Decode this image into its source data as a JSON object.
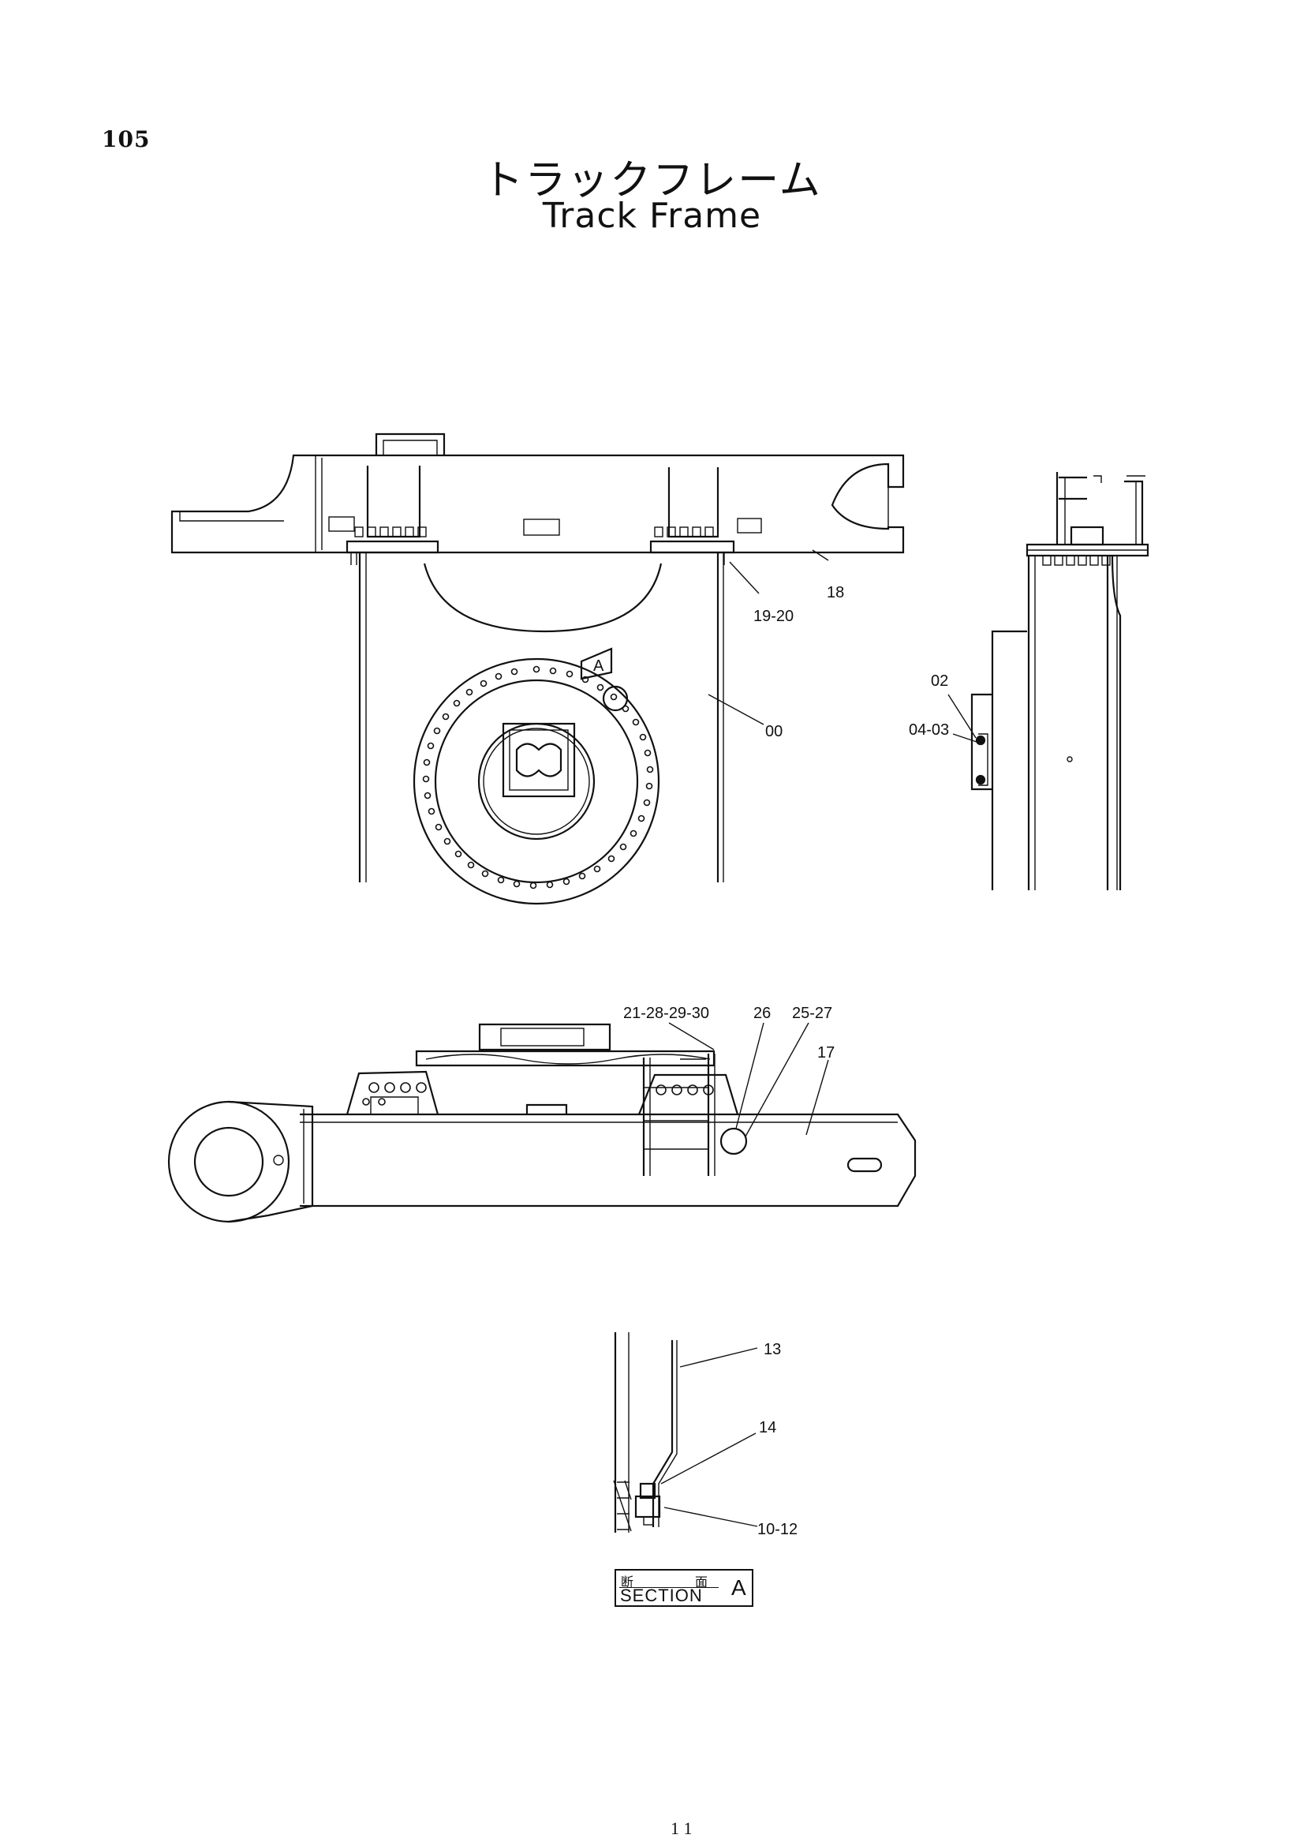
{
  "page": {
    "number": "105",
    "title_jp": "トラックフレーム",
    "title_en": "Track Frame",
    "footer_mark": "1 1"
  },
  "callouts": {
    "c18": "18",
    "c19_20": "19-20",
    "cA": "A",
    "c00": "00",
    "c02": "02",
    "c04_03": "04-03",
    "c21_28_29_30": "21-28-29-30",
    "c26": "26",
    "c25_27": "25-27",
    "c17": "17",
    "c13": "13",
    "c14": "14",
    "c10_12": "10-12"
  },
  "section_label": {
    "jp_1": "断",
    "jp_2": "面",
    "en": "SECTION",
    "letter": "A"
  }
}
